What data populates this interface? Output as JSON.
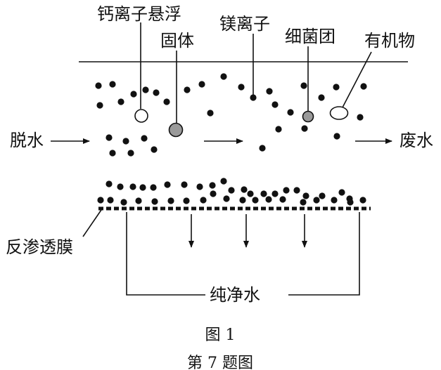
{
  "labels": {
    "calcium": "钙离子悬浮",
    "solid": "固体",
    "magnesium": "镁离子",
    "bacteria": "细菌团",
    "organic": "有机物",
    "dewater": "脱水",
    "wastewater": "废水",
    "membrane": "反渗透膜",
    "pure_water": "纯净水"
  },
  "caption": {
    "figure": "图 1",
    "problem": "第 7 题图"
  },
  "colors": {
    "ink": "#111111",
    "gray_particle": "#9a9a9a",
    "background": "#ffffff"
  }
}
